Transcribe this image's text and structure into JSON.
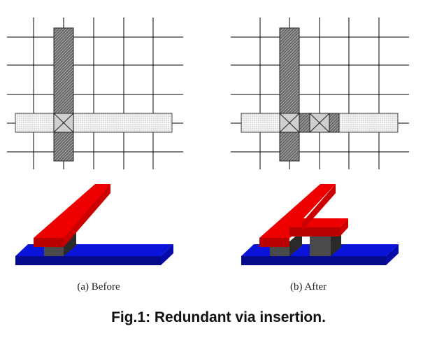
{
  "figure": {
    "panels": [
      {
        "id": "a",
        "caption": "(a) Before"
      },
      {
        "id": "b",
        "caption": "(b) After"
      }
    ],
    "caption": "Fig.1: Redundant via insertion.",
    "colors": {
      "upper_metal": "#ee0000",
      "upper_metal_dark": "#b80000",
      "lower_metal": "#0a14d8",
      "lower_metal_dark": "#050a8c",
      "via": "#4a4a4a",
      "via_dark": "#2a2a2a",
      "grid_line": "#000000"
    }
  }
}
